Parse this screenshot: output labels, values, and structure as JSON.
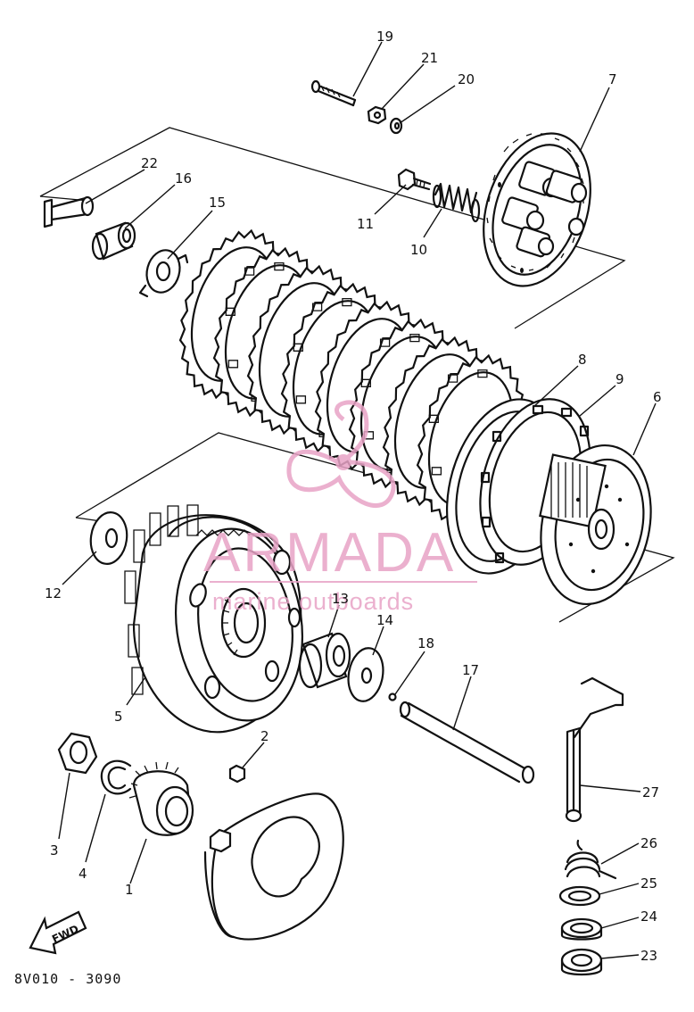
{
  "diagram": {
    "drawing_code": "8V010 - 3090",
    "direction_arrow_label": "FWD",
    "callouts": [
      {
        "id": "1",
        "label": "1"
      },
      {
        "id": "2",
        "label": "2"
      },
      {
        "id": "3",
        "label": "3"
      },
      {
        "id": "4",
        "label": "4"
      },
      {
        "id": "5",
        "label": "5"
      },
      {
        "id": "6",
        "label": "6"
      },
      {
        "id": "7",
        "label": "7"
      },
      {
        "id": "8",
        "label": "8"
      },
      {
        "id": "9",
        "label": "9"
      },
      {
        "id": "10",
        "label": "10"
      },
      {
        "id": "11",
        "label": "11"
      },
      {
        "id": "12",
        "label": "12"
      },
      {
        "id": "13",
        "label": "13"
      },
      {
        "id": "14",
        "label": "14"
      },
      {
        "id": "15",
        "label": "15"
      },
      {
        "id": "16",
        "label": "16"
      },
      {
        "id": "17",
        "label": "17"
      },
      {
        "id": "18",
        "label": "18"
      },
      {
        "id": "19",
        "label": "19"
      },
      {
        "id": "20",
        "label": "20"
      },
      {
        "id": "21",
        "label": "21"
      },
      {
        "id": "22",
        "label": "22"
      },
      {
        "id": "23",
        "label": "23"
      },
      {
        "id": "24",
        "label": "24"
      },
      {
        "id": "25",
        "label": "25"
      },
      {
        "id": "26",
        "label": "26"
      },
      {
        "id": "27",
        "label": "27"
      }
    ]
  },
  "watermark": {
    "brand": "ARMADA",
    "tagline": "marine outboards",
    "color": "#e8a3c6"
  },
  "colors": {
    "ink": "#111111",
    "background": "#ffffff"
  }
}
